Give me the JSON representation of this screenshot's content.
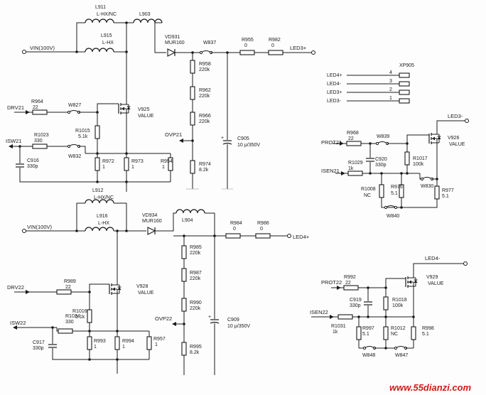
{
  "labels": {
    "l911": "L911",
    "l911v": "L-HX/NC",
    "l903": "L903",
    "l915": "L915",
    "l915v": "L-HX",
    "vin1": "VIN(100V)",
    "vd931": "VD931",
    "vd931v": "MUR160",
    "w837": "W837",
    "r955": "R955",
    "r955v": "0",
    "r982": "R982",
    "r982v": "0",
    "led3p": "LED3+",
    "r958": "R958",
    "r958v": "220k",
    "r962": "R962",
    "r962v": "220k",
    "r966": "R966",
    "r966v": "220k",
    "r974": "R974",
    "r974v": "8.2k",
    "c905": "C905",
    "c905v": "10 μ/350V",
    "ovp21": "OVP21",
    "r964": "R964",
    "r964v": "22",
    "drv21": "DRV21",
    "w827": "W827",
    "v925": "V925",
    "v925v": "VALUE",
    "r1015": "R1015",
    "r1015v": "5.1k",
    "isw21": "ISW21",
    "r1023": "R1023",
    "r1023v": "330",
    "w832": "W832",
    "c916": "C916",
    "c916v": "330p",
    "r972": "R972",
    "r972v": "1",
    "r973": "R973",
    "r973v": "1",
    "r954": "R954",
    "r954v": "1",
    "xp905": "XP905",
    "xp_led4p": "LED4+",
    "xp_led4m": "LED4-",
    "xp_led3p": "LED3+",
    "xp_led3m": "LED3-",
    "pin4": "4",
    "pin3": "3",
    "pin2": "2",
    "pin1": "1",
    "led3m": "LED3-",
    "prot21": "PROT21",
    "r968": "R968",
    "r968v": "22",
    "w839": "W839",
    "v926": "V926",
    "v926v": "VALUE",
    "c920": "C920",
    "c920v": "330p",
    "r1017": "R1017",
    "r1017v": "100k",
    "isen21": "ISEN21",
    "r1029": "R1029",
    "r1029v": "1k",
    "r1008": "R1008",
    "r1008v": "NC",
    "r976": "R976",
    "r976v": "5.1",
    "w830": "W830",
    "r977": "R977",
    "r977v": "5.1",
    "w840": "W840",
    "l912": "L912",
    "l912v": "L-HX/NC",
    "l916": "L916",
    "l916v": "L-HX",
    "vin2": "VIN(100V)",
    "vd934": "VD934",
    "vd934v": "MUR160",
    "l904": "L904",
    "r984": "R984",
    "r984v": "0",
    "r986": "R986",
    "r986v": "0",
    "led4p": "LED4+",
    "r985": "R985",
    "r985v": "220k",
    "r987": "R987",
    "r987v": "220k",
    "r990": "R990",
    "r990v": "220k",
    "r995": "R995",
    "r995v": "8.2k",
    "c909": "C909",
    "c909v": "10 μ/350V",
    "ovp22": "OVP22",
    "r989": "R989",
    "r989v": "22",
    "drv22": "DRV22",
    "v928": "V928",
    "v928v": "VALUE",
    "r1016": "R1016",
    "r1016v": "5.1k",
    "isw22": "ISW22",
    "r1024": "R1024",
    "r1024v": "330",
    "c917": "C917",
    "c917v": "330p",
    "r993": "R993",
    "r993v": "1",
    "r994": "R994",
    "r994v": "1",
    "r957": "R957",
    "r957v": "1",
    "led4m": "LED4-",
    "prot22": "PROT22",
    "r992": "R992",
    "r992v": "22",
    "v929": "V929",
    "v929v": "VALUE",
    "c919": "C919",
    "c919v": "330p",
    "r1018": "R1018",
    "r1018v": "100k",
    "isen22": "ISEN22",
    "r1031": "R1031",
    "r1031v": "1k",
    "r997": "R997",
    "r997v": "5.1",
    "r1012": "R1012",
    "r1012v": "NC",
    "r998": "R998",
    "r998v": "5.1",
    "w848": "W848",
    "w847": "W847"
  },
  "watermark": "www.55dianzi.com"
}
